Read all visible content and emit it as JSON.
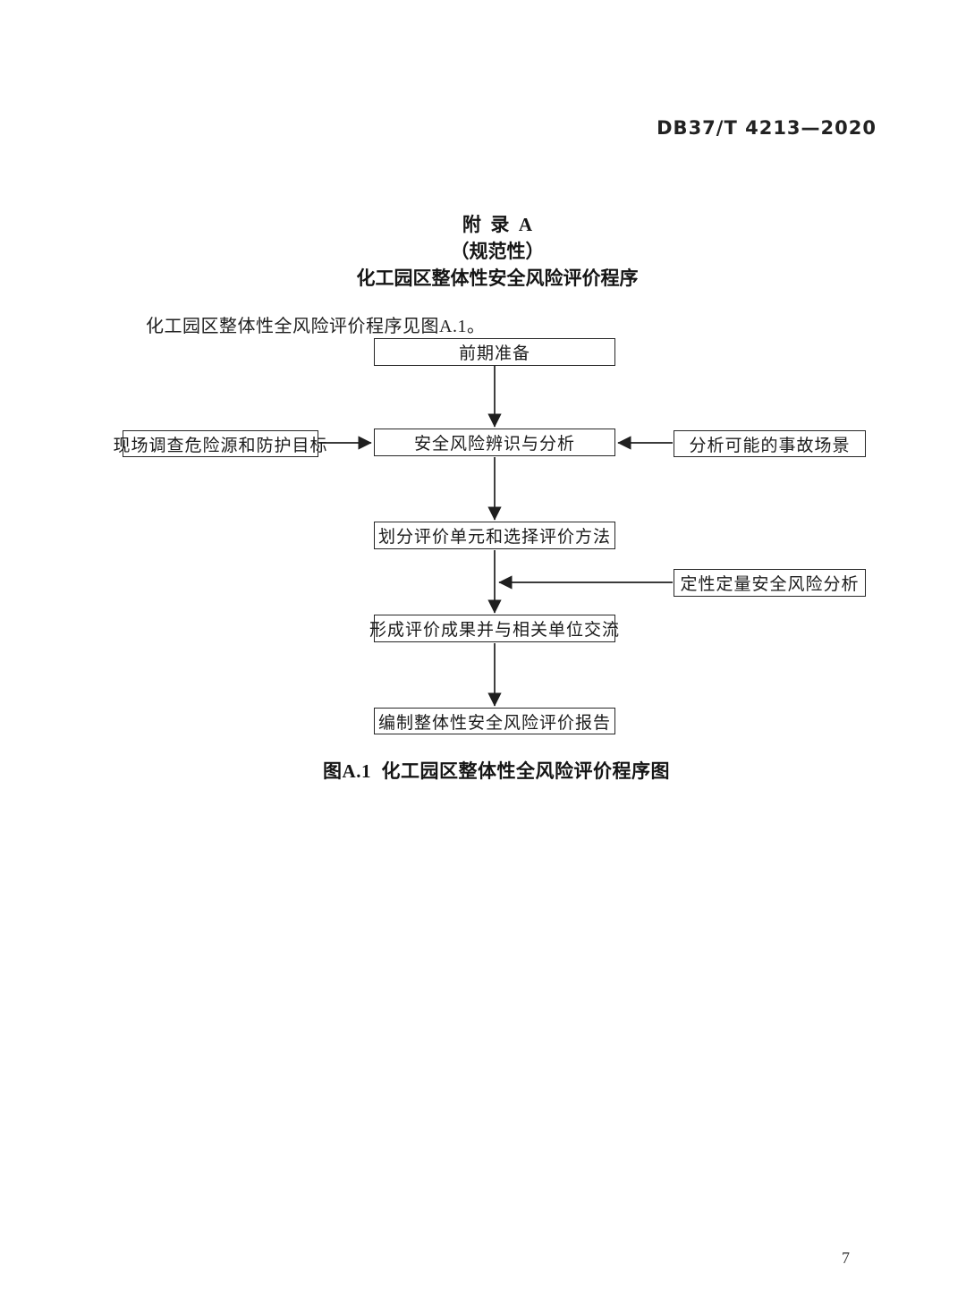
{
  "page": {
    "header": "DB37/T 4213—2020",
    "page_number": "7"
  },
  "appendix": {
    "title_line1": "附  录  A",
    "title_line2": "（规范性）",
    "title_line3": "化工园区整体性安全风险评价程序",
    "intro": "化工园区整体性全风险评价程序见图A.1。"
  },
  "flowchart": {
    "nodes": {
      "prep": "前期准备",
      "site_survey": "现场调查危险源和防护目标",
      "risk_identification": "安全风险辨识与分析",
      "accident_scenarios": "分析可能的事故场景",
      "unit_division": "划分评价单元和选择评价方法",
      "qual_quant_analysis": "定性定量安全风险分析",
      "results_exchange": "形成评价成果并与相关单位交流",
      "report": "编制整体性安全风险评价报告"
    },
    "caption": "图A.1  化工园区整体性全风险评价程序图"
  },
  "colors": {
    "background": "#ffffff",
    "text": "#1c1c1c",
    "line": "#1f1f1f"
  }
}
